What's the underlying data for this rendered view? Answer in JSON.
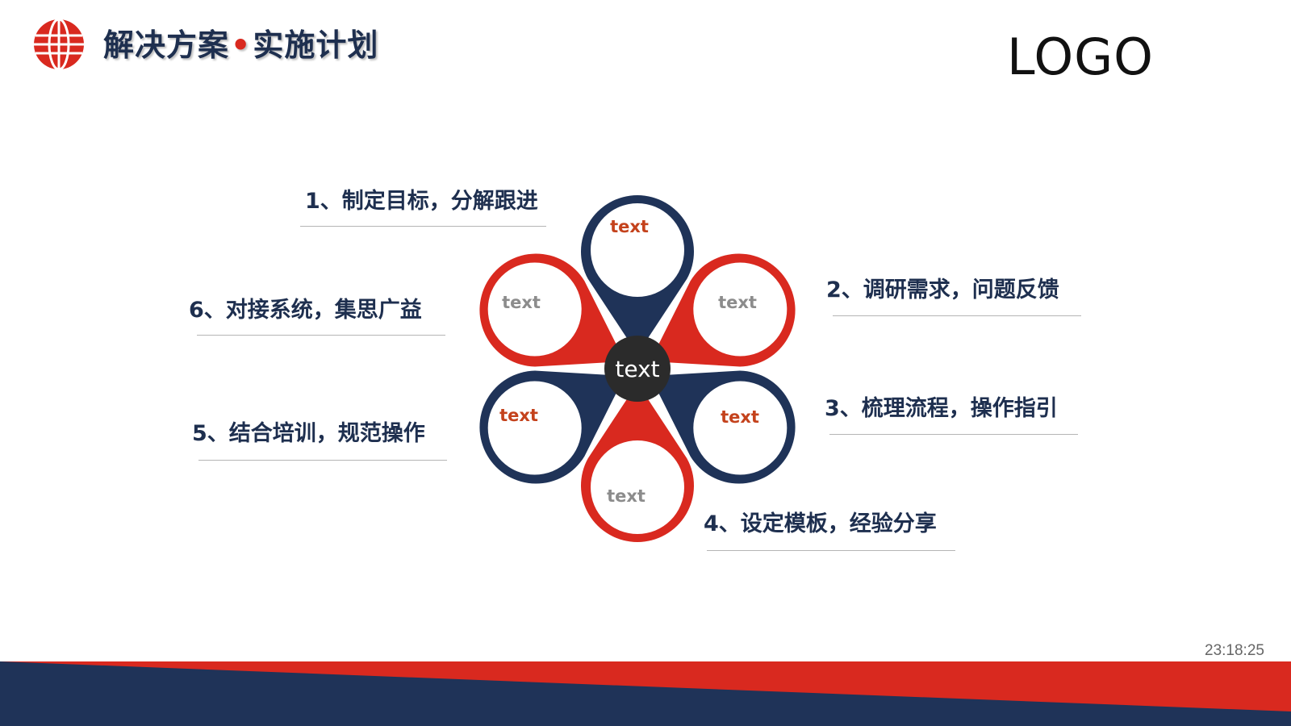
{
  "header": {
    "title_part1": "解决方案",
    "title_dot": "•",
    "title_part2": "实施计划",
    "logo": "LOGO"
  },
  "diagram": {
    "center_label": "text",
    "petals": [
      {
        "label": "text",
        "color": "#1f3358"
      },
      {
        "label": "text",
        "color": "#d9291f"
      },
      {
        "label": "text",
        "color": "#1f3358"
      },
      {
        "label": "text",
        "color": "#d9291f"
      },
      {
        "label": "text",
        "color": "#1f3358"
      },
      {
        "label": "text",
        "color": "#d9291f"
      }
    ],
    "steps": [
      "1、制定目标，分解跟进",
      "2、调研需求，问题反馈",
      "3、梳理流程，操作指引",
      "4、设定模板，经验分享",
      "5、结合培训，规范操作",
      "6、对接系统，集思广益"
    ]
  },
  "timestamp": "23:18:25",
  "colors": {
    "navy": "#1f3358",
    "red": "#d9291f",
    "center": "#2b2b2b",
    "label_orange": "#c4421c",
    "label_gray": "#8c8c8c"
  }
}
